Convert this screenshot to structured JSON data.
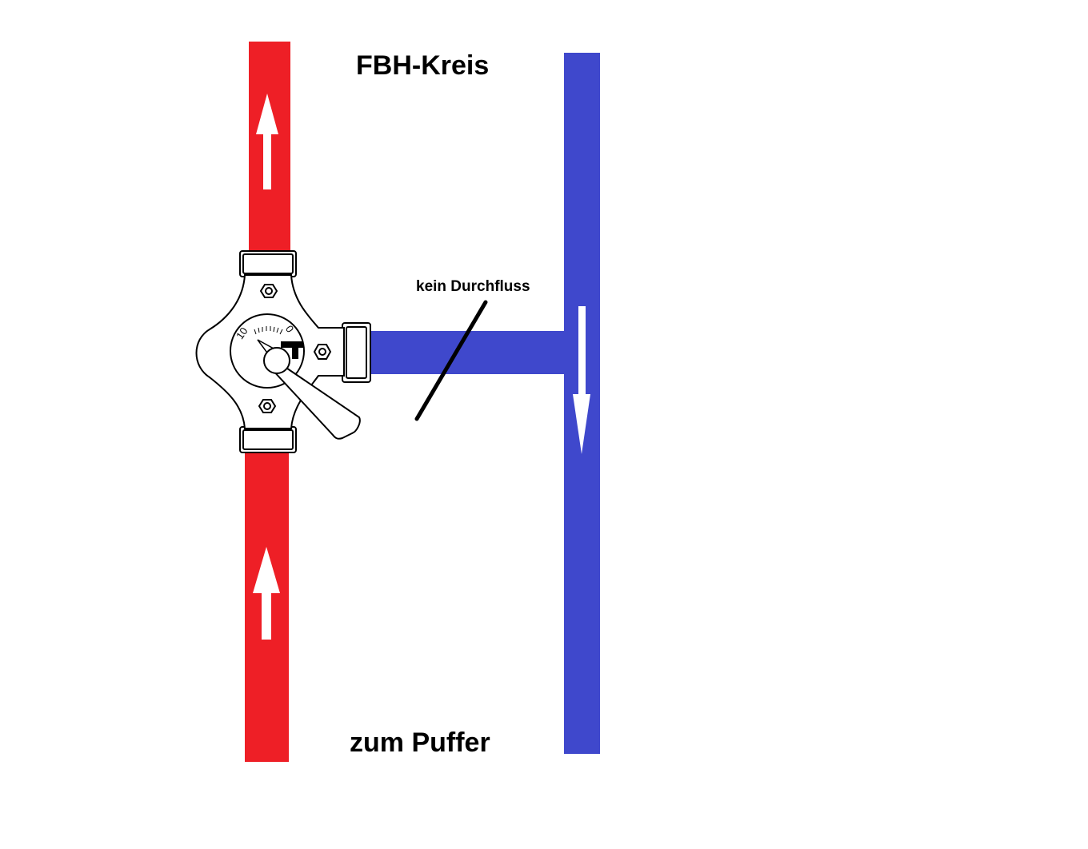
{
  "labels": {
    "top": "FBH-Kreis",
    "bottom": "zum Puffer",
    "no_flow": "kein Durchfluss",
    "scale_max": "10",
    "scale_min": "0"
  },
  "colors": {
    "supply_pipe": "#ee1f26",
    "return_pipe": "#3f48cc",
    "arrow": "#ffffff",
    "valve_fill": "#ffffff",
    "valve_stroke": "#000000",
    "strike_line": "#000000"
  },
  "icons": {
    "flow_arrow": "arrow-icon",
    "valve": "mixing-valve-icon"
  }
}
